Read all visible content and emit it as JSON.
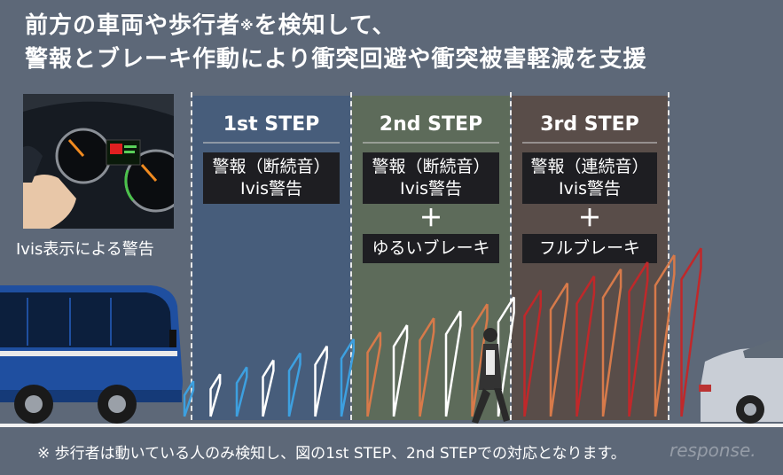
{
  "header": {
    "line1_a": "前方の車両や歩行者",
    "line1_mark": "※",
    "line1_b": "を検知して、",
    "line2": "警報とブレーキ作動により衝突回避や衝突被害軽減を支援"
  },
  "photo": {
    "caption": "Ivis表示による警告"
  },
  "steps": [
    {
      "title": "1st STEP",
      "warning": [
        "警報（断続音）",
        "Ivis警告"
      ],
      "plus": "",
      "brake": ""
    },
    {
      "title": "2nd STEP",
      "warning": [
        "警報（断続音）",
        "Ivis警告"
      ],
      "plus": "＋",
      "brake": "ゆるいブレーキ"
    },
    {
      "title": "3rd STEP",
      "warning": [
        "警報（連続音）",
        "Ivis警告"
      ],
      "plus": "＋",
      "brake": "フルブレーキ"
    }
  ],
  "footnote": "※ 歩行者は動いている人のみ検知し、図の1st STEP、2nd STEPでの対応となります。",
  "watermark": "response.",
  "colors": {
    "background": "#5d6878",
    "step1_panel": "#475d7b",
    "step2_panel": "#5d6b5a",
    "step3_panel": "#594d49",
    "bus": "#1f4fa0",
    "wave_blue": "#3da0e0",
    "wave_white": "#ffffff",
    "wave_orange": "#d77a4a",
    "wave_red": "#c0282a"
  }
}
